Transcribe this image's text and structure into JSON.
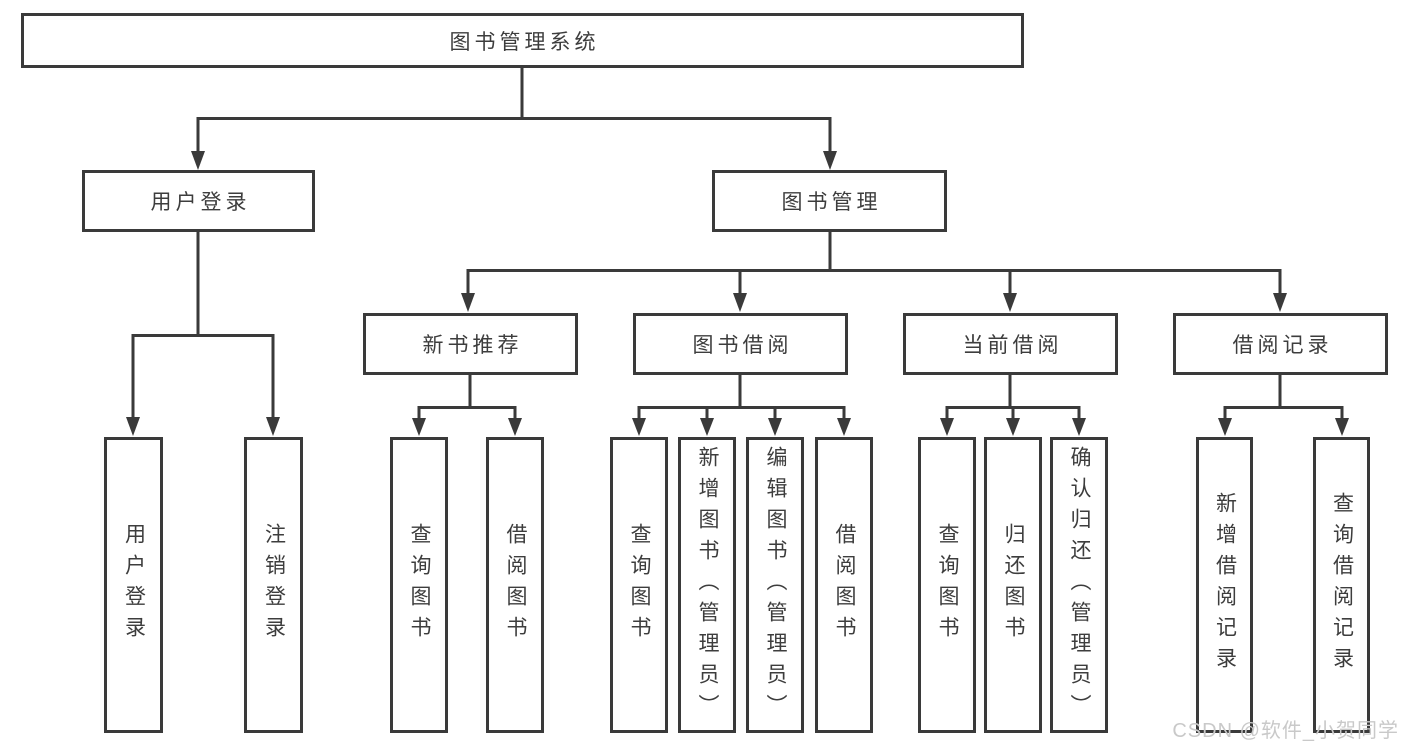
{
  "title": "图书管理系统",
  "tree": {
    "root": "图书管理系统",
    "children": [
      {
        "label": "用户登录",
        "children": [
          "用户登录",
          "注销登录"
        ]
      },
      {
        "label": "图书管理",
        "children": [
          {
            "label": "新书推荐",
            "children": [
              "查询图书",
              "借阅图书"
            ]
          },
          {
            "label": "图书借阅",
            "children": [
              "查询图书",
              "新增图书（管理员）",
              "编辑图书（管理员）",
              "借阅图书"
            ]
          },
          {
            "label": "当前借阅",
            "children": [
              "查询图书",
              "归还图书",
              "确认归还（管理员）"
            ]
          },
          {
            "label": "借阅记录",
            "children": [
              "新增借阅记录",
              "查询借阅记录"
            ]
          }
        ]
      }
    ]
  },
  "watermark": "CSDN @软件_小贺同学",
  "colors": {
    "line": "#3a3a3a",
    "text": "#3d3d3d",
    "background": "#ffffff",
    "watermark": "#c9c9c9"
  }
}
